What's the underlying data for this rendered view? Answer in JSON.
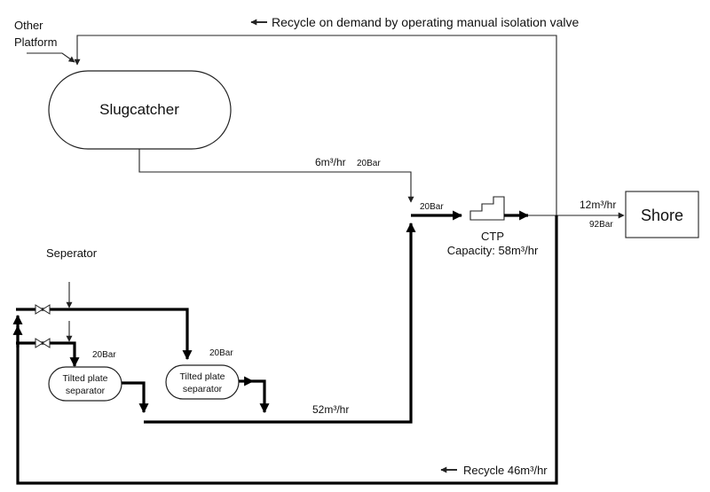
{
  "diagram": {
    "recycle_top_label": "Recycle on demand by operating manual isolation valve",
    "other_platform_label": [
      "Other",
      "Platform"
    ],
    "slugcatcher_label": "Slugcatcher",
    "flow_6_label": "6m³/hr",
    "pressure_20_top": "20Bar",
    "pressure_20_ctp": "20Bar",
    "flow_12_label": "12m³/hr",
    "pressure_92": "92Bar",
    "shore_label": "Shore",
    "ctp_label": "CTP",
    "ctp_capacity": "Capacity: 58m³/hr",
    "separator_label": "Seperator",
    "tps1_label": [
      "Tilted plate",
      "separator"
    ],
    "tps2_label": [
      "Tilted plate",
      "separator"
    ],
    "pressure_20_tps1": "20Bar",
    "pressure_20_tps2": "20Bar",
    "flow_52_label": "52m³/hr",
    "recycle_bottom_label": "Recycle 46m³/hr"
  }
}
